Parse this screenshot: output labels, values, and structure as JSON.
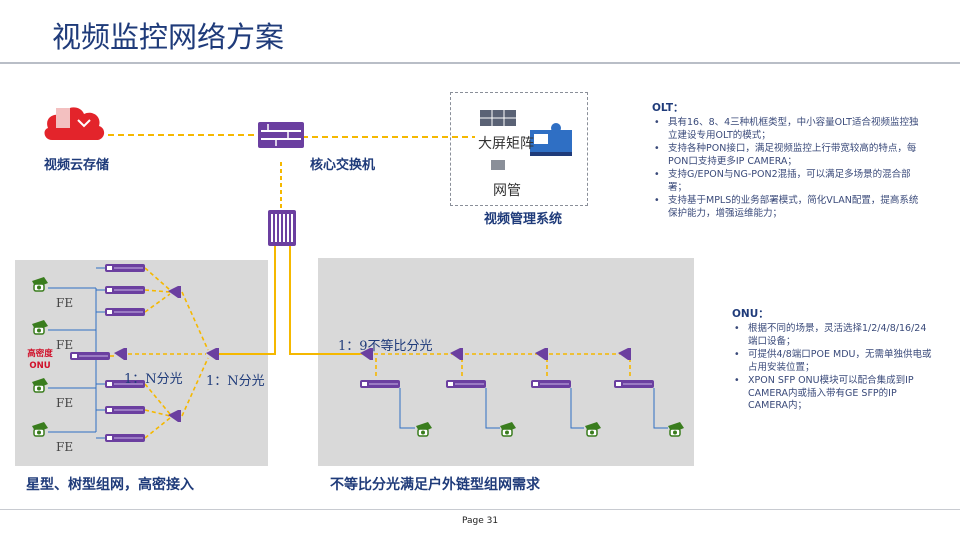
{
  "title": "视频监控网络方案",
  "page_number": "Page 31",
  "nodes": {
    "cloud_storage": "视频云存储",
    "core_switch": "核心交换机",
    "big_screen": "大屏矩阵",
    "network_mgmt": "网管",
    "vms": "视频管理系统"
  },
  "left_panel": {
    "fe_labels": [
      "FE",
      "FE",
      "FE",
      "FE"
    ],
    "high_density_onu": "高密度\nONU",
    "split_a": "1：N分光",
    "split_b": "1：N分光",
    "caption": "星型、树型组网，高密接入"
  },
  "right_panel": {
    "split": "1：9不等比分光",
    "caption": "不等比分光满足户外链型组网需求"
  },
  "olt": {
    "heading": "OLT：",
    "items": [
      "具有16、8、4三种机框类型，中小容量OLT适合视频监控独立建设专用OLT的模式；",
      "支持各种PON接口，满足视频监控上行带宽较高的特点，每PON口支持更多IP CAMERA；",
      "支持G/EPON与NG-PON2混插，可以满足多场景的混合部署；",
      "支持基于MPLS的业务部署模式，简化VLAN配置，提高系统保护能力，增强运维能力；"
    ]
  },
  "onu": {
    "heading": "ONU：",
    "items": [
      "根据不同的场景，灵活选择1/2/4/8/16/24端口设备；",
      "可提供4/8端口POE MDU，无需单独供电或占用安装位置；",
      "XPON SFP ONU模块可以配合集成到IP CAMERA内或插入带有GE SFP的IP CAMERA内；"
    ]
  },
  "colors": {
    "accent_yellow": "#f5b800",
    "device_purple": "#6b3fa0",
    "title_blue": "#1f3b7a",
    "cloud_red": "#e3242b",
    "camera_green": "#3a7d1e"
  }
}
